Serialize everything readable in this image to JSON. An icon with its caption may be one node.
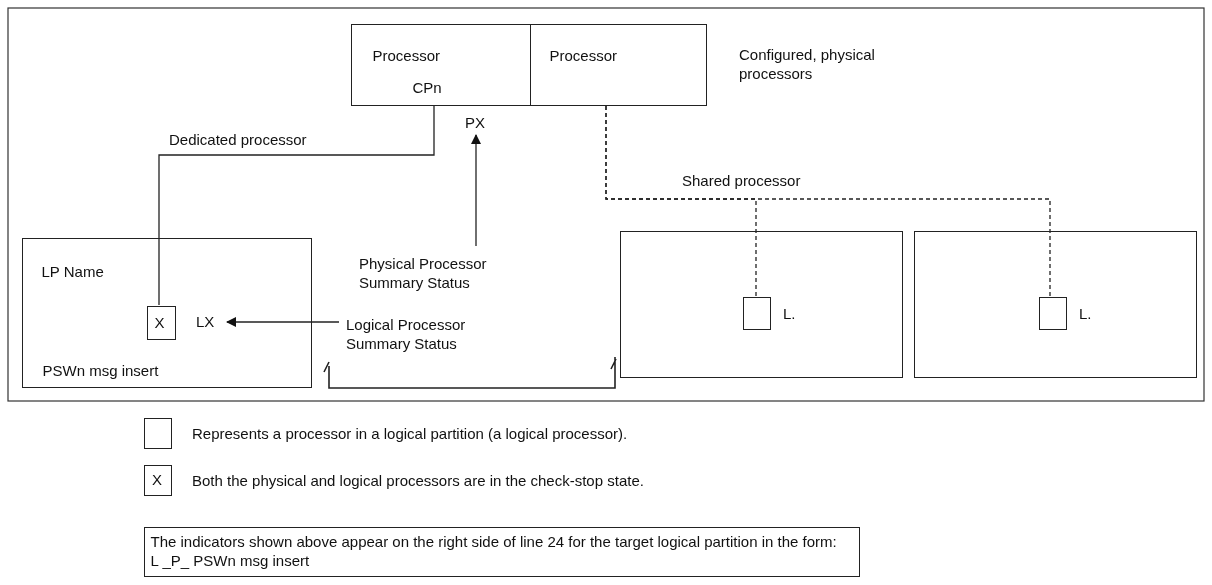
{
  "diagram": {
    "nodes": [
      {
        "text": [
          "Processor",
          "CPn"
        ]
      },
      {
        "text": [
          "Processor"
        ]
      },
      {
        "text": [
          "PX"
        ]
      },
      {
        "text": [
          "LP Name",
          "PSWn msg insert"
        ]
      },
      {
        "text": [
          "X"
        ],
        "in": 3
      },
      {
        "text": [
          "LX"
        ],
        "in": 3
      },
      {
        "text": [
          "Physical Processor Summary Status"
        ]
      },
      {
        "text": [
          "Logical Processor Summary Status"
        ]
      },
      {
        "text": [],
        "shape": "box"
      },
      {
        "text": [],
        "shape": "box",
        "in": 8,
        "beside": [
          "L."
        ]
      },
      {
        "text": [],
        "shape": "box"
      },
      {
        "text": [],
        "shape": "box",
        "in": 10,
        "beside": [
          "L."
        ]
      },
      {
        "text": [
          "The indicators shown above appear on the right side of line 24 for the target logical partition in the form: L _P_ PSWn msg insert"
        ]
      }
    ],
    "edges": [
      {
        "from": 0,
        "to": 4,
        "arrow": "none",
        "label": "Dedicated processor"
      },
      {
        "from": 1,
        "to": 9,
        "arrow": "none",
        "style": "dashed",
        "label": "Shared processor"
      },
      {
        "from": 1,
        "to": 11,
        "arrow": "none",
        "style": "dashed"
      },
      {
        "from": 6,
        "to": 2,
        "arrow": "to"
      },
      {
        "from": 7,
        "to": 5,
        "arrow": "to"
      }
    ],
    "labels": [
      "Configured, physical processors",
      "X"
    ],
    "legend": [
      {
        "text": "Represents a processor in a logical partition (a logical processor)."
      },
      {
        "text": "Both the physical and logical processors are in the check-stop state."
      }
    ]
  }
}
